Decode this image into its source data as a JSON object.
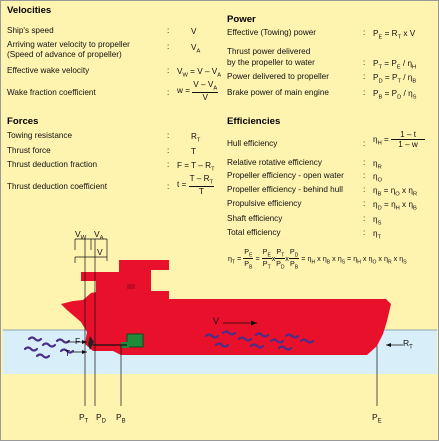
{
  "velocities": {
    "heading": "Velocities",
    "rows": [
      {
        "label": "Ship's speed",
        "colon": ":",
        "formula": "V"
      },
      {
        "label": "Arriving water velocity to propeller",
        "label2": "(Speed of advance of propeller)",
        "colon": ":",
        "formula": "V_A"
      },
      {
        "label": "Effective wake velocity",
        "colon": ":",
        "formula": "V_W = V – V_A"
      },
      {
        "label": "Wake fraction coefficient",
        "colon": ":",
        "lhs": "w =",
        "num": "V – V_A",
        "den": "V"
      }
    ]
  },
  "forces": {
    "heading": "Forces",
    "rows": [
      {
        "label": "Towing resistance",
        "colon": ":",
        "formula": "R_T"
      },
      {
        "label": "Thrust force",
        "colon": ":",
        "formula": "T"
      },
      {
        "label": "Thrust deduction fraction",
        "colon": ":",
        "formula": "F = T – R_T"
      },
      {
        "label": "Thrust deduction coefficient",
        "colon": ":",
        "lhs": "t =",
        "num": "T – R_T",
        "den": "T"
      }
    ]
  },
  "power": {
    "heading": "Power",
    "rows": [
      {
        "label": "Effective (Towing) power",
        "colon": ":",
        "formula": "P_E = R_T x V"
      },
      {
        "label": "Thrust power delivered",
        "label2": "by the propeller to water",
        "colon": ":",
        "formula": "P_T = P_E / η_H"
      },
      {
        "label": "Power delivered to propeller",
        "colon": ":",
        "formula": "P_D = P_T / η_B"
      },
      {
        "label": "Brake power of main engine",
        "colon": ":",
        "formula": "P_B = P_D / η_S"
      }
    ]
  },
  "efficiencies": {
    "heading": "Efficiencies",
    "rows": [
      {
        "label": "Hull efficiency",
        "colon": ":",
        "lhs": "η_H =",
        "num": "1 – t",
        "den": "1 – w"
      },
      {
        "label": "Relative rotative efficiency",
        "colon": ":",
        "formula": "η_R"
      },
      {
        "label": "Propeller efficiency - open water",
        "colon": ":",
        "formula": "η_O"
      },
      {
        "label": "Propeller efficiency - behind hull",
        "colon": ":",
        "formula": "η_B = η_O x η_R"
      },
      {
        "label": "Propulsive efficiency",
        "colon": ":",
        "formula": "η_D = η_H x η_B"
      },
      {
        "label": "Shaft efficiency",
        "colon": ":",
        "formula": "η_S"
      },
      {
        "label": "Total efficiency",
        "colon": ":",
        "formula": "η_T"
      }
    ],
    "total": {
      "lhs": "η_T =",
      "f1": {
        "num": "P_E",
        "den": "P_B"
      },
      "eq": "=",
      "f2": {
        "num": "P_E",
        "den": "P_T"
      },
      "x1": "x",
      "f3": {
        "num": "P_T",
        "den": "P_D"
      },
      "x2": "x",
      "f4": {
        "num": "P_D",
        "den": "P_B"
      },
      "tail1": "= η_H x η_B x η_S",
      "tail2": "= η_H x η_O x η_R x η_S"
    }
  },
  "diagram": {
    "v_top": [
      "V_W",
      "V_A"
    ],
    "v_mid": "V",
    "v_ship": "V",
    "f": "F",
    "t": "T",
    "rt": "R_T",
    "bottom": [
      "P_T",
      "P_D",
      "P_B",
      "P_E"
    ],
    "colors": {
      "hull": "#E8102A",
      "water": "#D8EEF8",
      "waves": "#4B2E8A",
      "engine": "#1E8A3A",
      "background": "#FFF3B0"
    }
  }
}
